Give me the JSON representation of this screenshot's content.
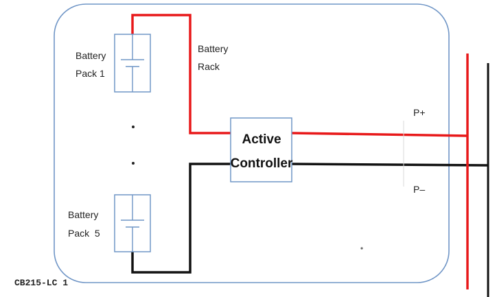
{
  "labels": {
    "battery_pack_1_line1": "Battery",
    "battery_pack_1_line2": "Pack 1",
    "battery_pack_5_line1": "Battery",
    "battery_pack_5_line2": "Pack  5",
    "battery_rack_line1": "Battery",
    "battery_rack_line2": "Rack",
    "controller_line1": "Active",
    "controller_line2": "Controller",
    "p_plus": "P+",
    "p_minus": "P–",
    "figure_code": "CB215-LC 1"
  },
  "colors": {
    "enclosure": "#6f95c6",
    "battery_box": "#6f95c6",
    "controller_box": "#6f95c6",
    "positive_wire": "#e8191a",
    "negative_wire": "#111111",
    "dots": "#222222"
  }
}
